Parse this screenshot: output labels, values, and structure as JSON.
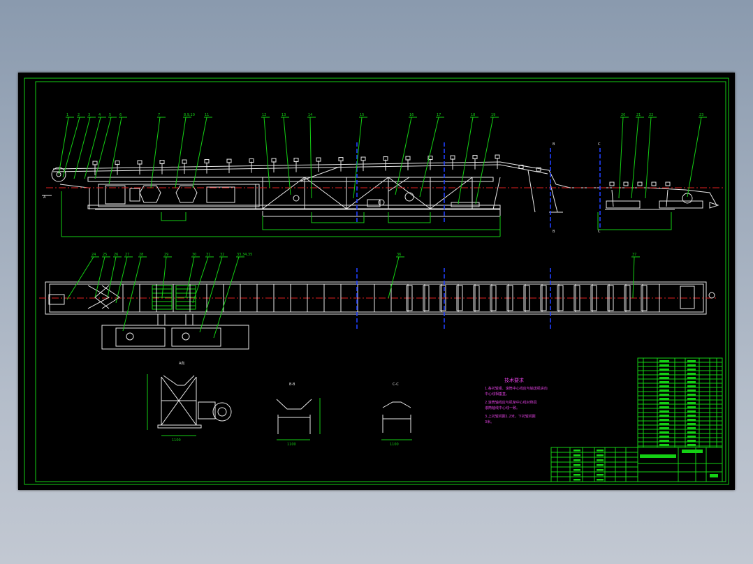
{
  "colors": {
    "background": "#000000",
    "frame": "#14d114",
    "part": "#e8e8e8",
    "centerline": "#e02020",
    "section_line": "#2040ff",
    "hatch": "#14d114",
    "note_text": "#e040e0"
  },
  "elevation": {
    "balloons": [
      "1",
      "2",
      "3",
      "4",
      "5",
      "6",
      "7",
      "8,9,10",
      "11",
      "12",
      "13",
      "14",
      "15",
      "16",
      "17",
      "18",
      "19",
      "20",
      "21",
      "22",
      "23"
    ],
    "cut_labels": [
      "B",
      "B",
      "C",
      "C"
    ],
    "arrow_label": "A"
  },
  "plan": {
    "balloons": [
      "24",
      "25",
      "26",
      "27",
      "28",
      "29",
      "30",
      "31",
      "32",
      "33,34,35",
      "36",
      "37"
    ]
  },
  "section_titles": [
    "A向",
    "B-B",
    "C-C"
  ],
  "notes": {
    "title": "技术要求",
    "lines": [
      "1.各托辊组、滚筒中心线应与输送机纵向",
      "中心线相垂直。",
      "2.滚筒轴线应与机架中心线对称且",
      "滚筒轴线中心线一致。",
      "3.上托辊间距1.2米，下托辊间距",
      "3米。"
    ]
  }
}
